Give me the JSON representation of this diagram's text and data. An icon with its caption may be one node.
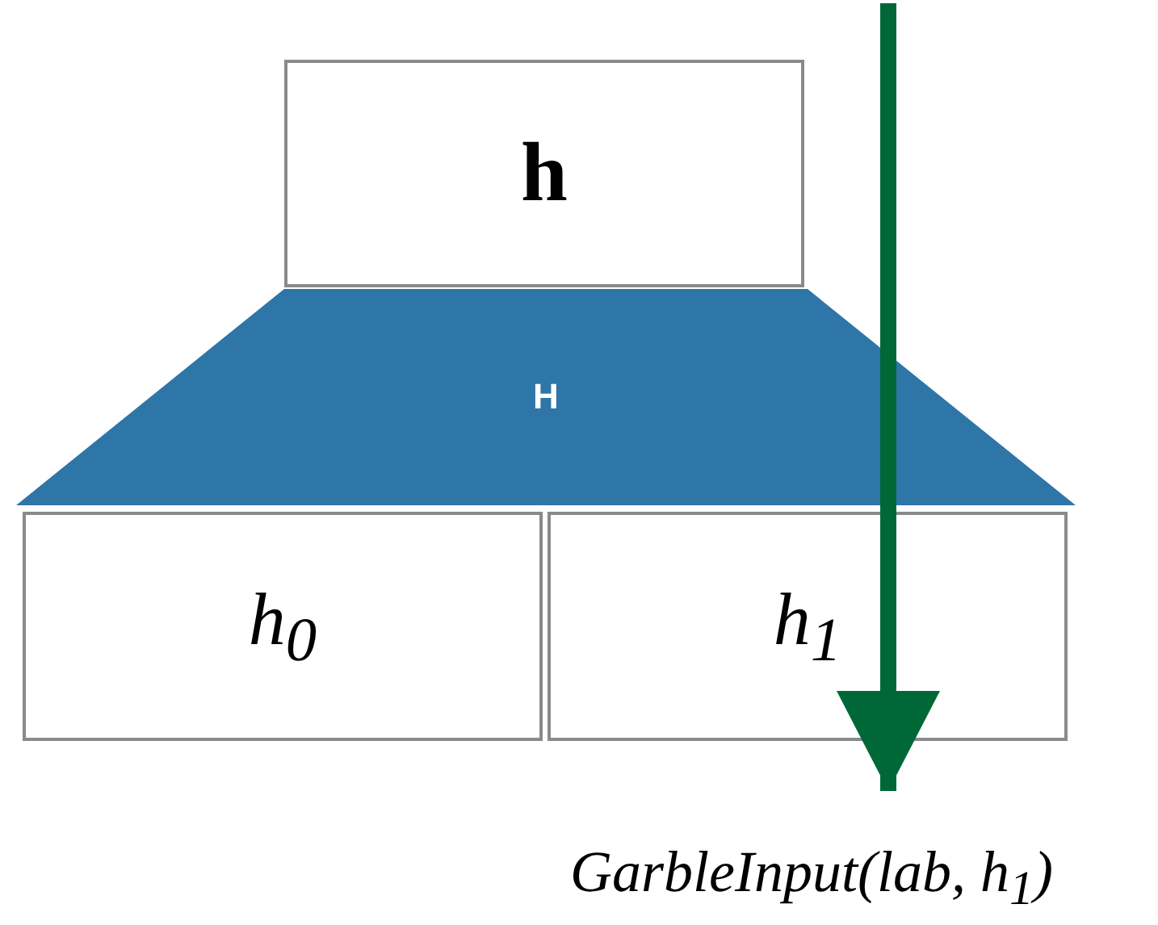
{
  "diagram": {
    "nodes": [
      {
        "text": [
          "h"
        ]
      },
      {
        "text": [
          "H"
        ]
      },
      {
        "text": [
          "h$_{0}$"
        ]
      },
      {
        "text": [
          "h$_{1}$"
        ]
      },
      {
        "text": [
          "GarbleInput(lab, h$_{1}$)"
        ]
      }
    ],
    "edges": [
      {
        "from": null,
        "to": 4,
        "arrow": "to",
        "color": "#006837"
      }
    ]
  }
}
